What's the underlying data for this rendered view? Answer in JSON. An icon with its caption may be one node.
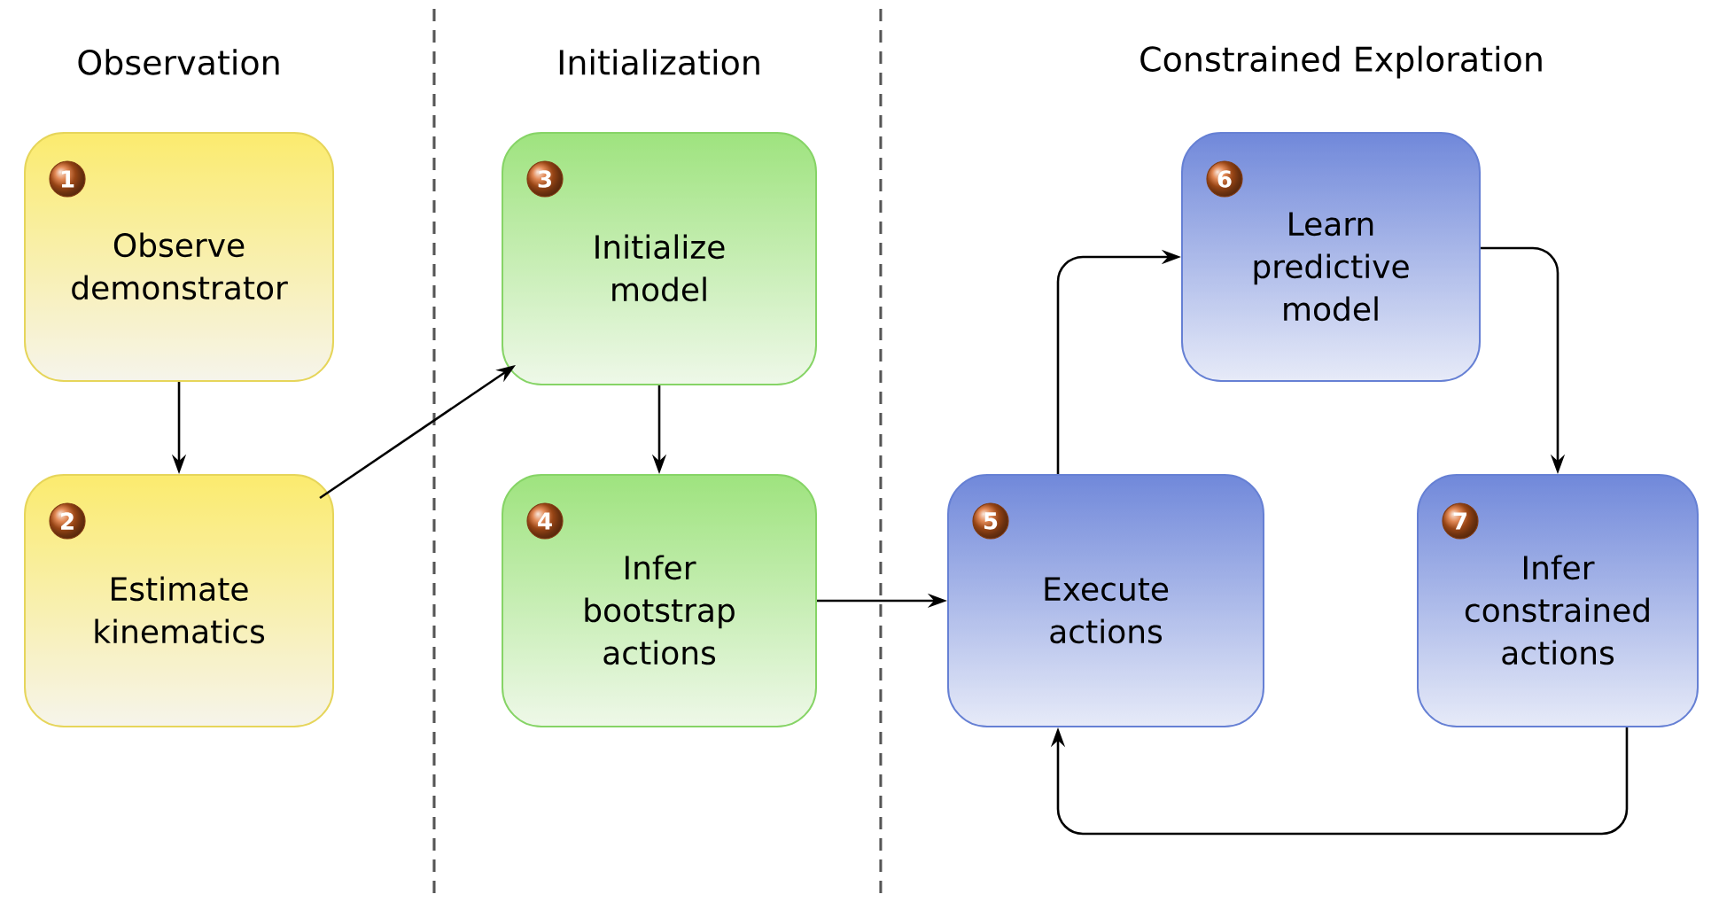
{
  "diagram": {
    "nodes": [
      {
        "text": [
          "1",
          "Observe demonstrator"
        ]
      },
      {
        "text": [
          "2",
          "Estimate kinematics"
        ]
      },
      {
        "text": [
          "3",
          "Initialize model"
        ]
      },
      {
        "text": [
          "4",
          "Infer bootstrap actions"
        ]
      },
      {
        "text": [
          "5",
          "Execute actions"
        ]
      },
      {
        "text": [
          "6",
          "Learn predictive model"
        ]
      },
      {
        "text": [
          "7",
          "Infer constrained actions"
        ]
      }
    ],
    "edges": [
      {
        "from": 0,
        "to": 1,
        "arrow": "to"
      },
      {
        "from": 1,
        "to": 2,
        "arrow": "to"
      },
      {
        "from": 2,
        "to": 3,
        "arrow": "to"
      },
      {
        "from": 3,
        "to": 4,
        "arrow": "to"
      },
      {
        "from": 4,
        "to": 5,
        "arrow": "to"
      },
      {
        "from": 5,
        "to": 6,
        "arrow": "to"
      },
      {
        "from": 6,
        "to": 4,
        "arrow": "to"
      }
    ],
    "labels": [
      "Observation",
      "Initialization",
      "Constrained Exploration"
    ]
  }
}
